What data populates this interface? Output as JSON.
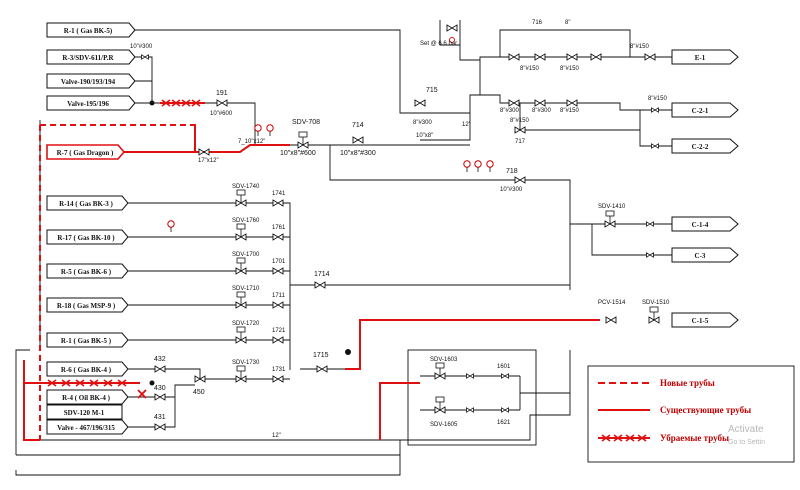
{
  "colors": {
    "existing_pipe": "#e01010",
    "new_pipe": "#e01010",
    "removed_pipe": "#e01010",
    "line": "#111111"
  },
  "sources": {
    "r1_top": "R-1 ( Gas BK-5)",
    "r3": "R-3/SDV-611/P.R",
    "v190": "Valve-190/193/194",
    "v195": "Valve-195/196",
    "r7": "R-7 ( Gas Dragon )",
    "r14": "R-14 ( Gas BK-3 )",
    "r17": "R-17 ( Gas BK-10 )",
    "r5": "R-5 ( Gas BK-6 )",
    "r18": "R-18 ( Gas MSP-9 )",
    "r1_mid": "R-1 ( Gas BK-5 )",
    "r6": "R-6 ( Gas BK-4 )",
    "r4": "R-4 ( Oil BK-4 )",
    "sdv120": "SDV-120 M-1",
    "v467": "Valve - 467/196/315"
  },
  "destinations": {
    "e1": "E-1",
    "c21": "C-2-1",
    "c22": "C-2-2",
    "c14": "C-1-4",
    "c3": "C-3",
    "c15": "C-1-5"
  },
  "tags": {
    "sdv708": "SDV-708",
    "size708": "10\"x8\"#600",
    "v714": "714",
    "size714": "10\"x8\"#300",
    "v715": "715",
    "size715": "8\"#300",
    "v716": "716",
    "size716a": "8\"#150",
    "size716b": "8\"#150",
    "v717": "717",
    "size717": "8\"#150",
    "v718": "718",
    "size718": "10\"#300",
    "v191": "191",
    "size191": "10\"#600",
    "size_r3": "10\"#300",
    "size_r7": "17\"x12\"",
    "sdv1740": "SDV-1740",
    "v1741": "1741",
    "sdv1760": "SDV-1760",
    "v1761": "1761",
    "sdv1700": "SDV-1700",
    "v1701": "1701",
    "sdv1710": "SDV-1710",
    "v1711": "1711",
    "sdv1720": "SDV-1720",
    "v1721": "1721",
    "sdv1730": "SDV-1730",
    "v1731": "1731",
    "v1714": "1714",
    "v1715": "1715",
    "v432": "432",
    "v430": "430",
    "v431": "431",
    "v450": "450",
    "sdv1410": "SDV-1410",
    "pcv1514": "PCV-1514",
    "sdv1510": "SDV-1510",
    "sdv1603": "SDV-1603",
    "sdv1605": "SDV-1605",
    "v1601": "1601",
    "v1621": "1621",
    "size_12": "12\"",
    "size_12b": "12\"",
    "size_8a": "8\"",
    "size_8b": "8\"#300",
    "size_8c": "8\"#300",
    "size_8d": "8\"#150",
    "size_8e": "8\"#150",
    "size_8f": "8\"#150",
    "size_10_8": "10\"x8\"",
    "size_7": "7_10\"x12\"",
    "set": "Set @ 6.6 bar"
  },
  "legend": {
    "new": "Новые трубы",
    "existing": "Существующие трубы",
    "removed": "Убраемые трубы"
  },
  "watermark": {
    "line1": "Activate",
    "line2": "Go to Settin"
  }
}
